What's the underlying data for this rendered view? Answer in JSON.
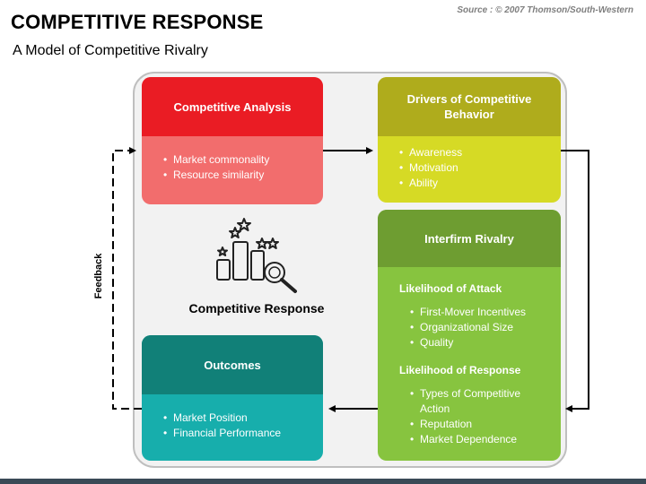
{
  "header": {
    "title": "COMPETITIVE RESPONSE",
    "subtitle": "A Model of Competitive Rivalry",
    "source": "Source : © 2007 Thomson/South-Western"
  },
  "diagram": {
    "center_label": "Competitive Response",
    "feedback_label": "Feedback",
    "analysis": {
      "title": "Competitive Analysis",
      "items": [
        "Market commonality",
        "Resource similarity"
      ]
    },
    "drivers": {
      "title": "Drivers of Competitive Behavior",
      "items": [
        "Awareness",
        "Motivation",
        "Ability"
      ]
    },
    "rivalry": {
      "title": "Interfirm Rivalry",
      "attack_heading": "Likelihood of Attack",
      "attack_items": [
        "First-Mover Incentives",
        "Organizational Size",
        "Quality"
      ],
      "response_heading": "Likelihood of Response",
      "response_items": [
        "Types of Competitive Action",
        "Reputation",
        "Market Dependence"
      ]
    },
    "outcomes": {
      "title": "Outcomes",
      "items": [
        "Market Position",
        "Financial Performance"
      ]
    }
  },
  "colors": {
    "analysis_head": "#ea1c24",
    "analysis_body": "#f26d6d",
    "drivers_head": "#afac1c",
    "drivers_body": "#d6da25",
    "rivalry_head": "#6e9d31",
    "rivalry_body": "#87c43f",
    "outcomes_head": "#118078",
    "outcomes_body": "#17aeac",
    "panel": "#f2f2f2"
  },
  "icons": [
    "competitive-response-icon",
    "arrow-right-icon",
    "arrow-down-icon",
    "arrow-left-icon",
    "feedback-arrow-icon"
  ]
}
